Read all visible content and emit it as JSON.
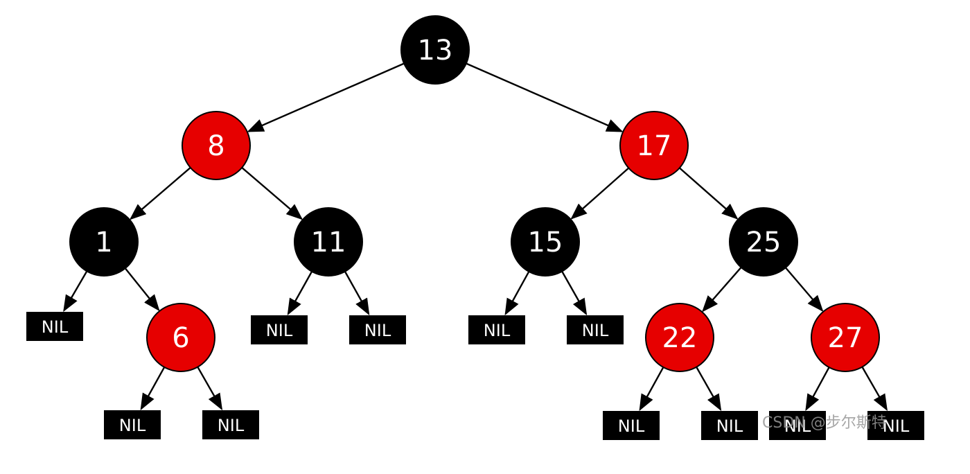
{
  "colors": {
    "black_node": "#000000",
    "red_node": "#e60000",
    "nil_leaf": "#000000",
    "edge": "#000000",
    "label_text": "#ffffff"
  },
  "nodes": [
    {
      "id": "n13",
      "label": "13",
      "color": "black"
    },
    {
      "id": "n8",
      "label": "8",
      "color": "red"
    },
    {
      "id": "n17",
      "label": "17",
      "color": "red"
    },
    {
      "id": "n1",
      "label": "1",
      "color": "black"
    },
    {
      "id": "n11",
      "label": "11",
      "color": "black"
    },
    {
      "id": "n15",
      "label": "15",
      "color": "black"
    },
    {
      "id": "n25",
      "label": "25",
      "color": "black"
    },
    {
      "id": "n6",
      "label": "6",
      "color": "red"
    },
    {
      "id": "n22",
      "label": "22",
      "color": "red"
    },
    {
      "id": "n27",
      "label": "27",
      "color": "red"
    }
  ],
  "nil_leaves": [
    {
      "id": "nil1L",
      "label": "NIL"
    },
    {
      "id": "nil6L",
      "label": "NIL"
    },
    {
      "id": "nil6R",
      "label": "NIL"
    },
    {
      "id": "nil11L",
      "label": "NIL"
    },
    {
      "id": "nil11R",
      "label": "NIL"
    },
    {
      "id": "nil15L",
      "label": "NIL"
    },
    {
      "id": "nil15R",
      "label": "NIL"
    },
    {
      "id": "nil22L",
      "label": "NIL"
    },
    {
      "id": "nil22R",
      "label": "NIL"
    },
    {
      "id": "nil27L",
      "label": "NIL"
    },
    {
      "id": "nil27R",
      "label": "NIL"
    }
  ],
  "edges": [
    {
      "from": "n13",
      "to": "n8"
    },
    {
      "from": "n13",
      "to": "n17"
    },
    {
      "from": "n8",
      "to": "n1"
    },
    {
      "from": "n8",
      "to": "n11"
    },
    {
      "from": "n17",
      "to": "n15"
    },
    {
      "from": "n17",
      "to": "n25"
    },
    {
      "from": "n1",
      "to": "nil1L"
    },
    {
      "from": "n1",
      "to": "n6"
    },
    {
      "from": "n6",
      "to": "nil6L"
    },
    {
      "from": "n6",
      "to": "nil6R"
    },
    {
      "from": "n11",
      "to": "nil11L"
    },
    {
      "from": "n11",
      "to": "nil11R"
    },
    {
      "from": "n15",
      "to": "nil15L"
    },
    {
      "from": "n15",
      "to": "nil15R"
    },
    {
      "from": "n25",
      "to": "n22"
    },
    {
      "from": "n25",
      "to": "n27"
    },
    {
      "from": "n22",
      "to": "nil22L"
    },
    {
      "from": "n22",
      "to": "nil22R"
    },
    {
      "from": "n27",
      "to": "nil27L"
    },
    {
      "from": "n27",
      "to": "nil27R"
    }
  ],
  "watermark": "CSDN @步尔斯特"
}
